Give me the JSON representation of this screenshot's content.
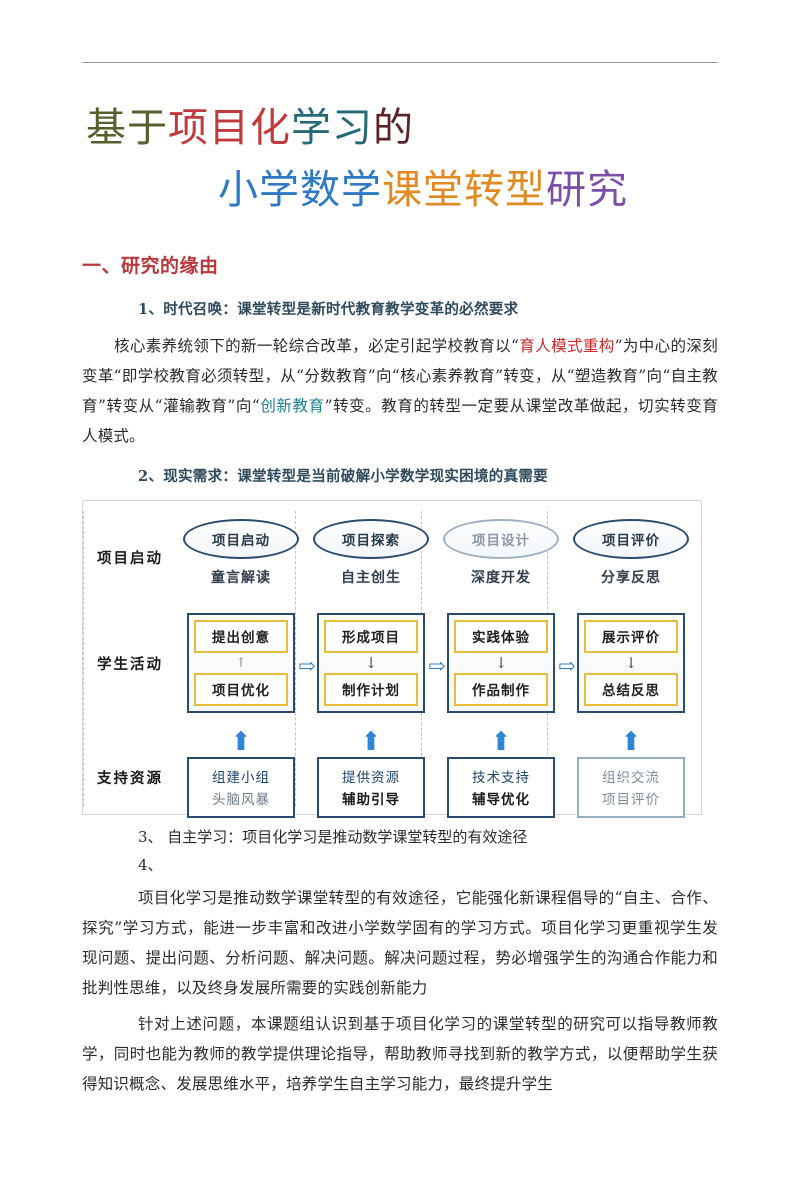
{
  "title": {
    "line1": [
      {
        "text": "基于",
        "color_class": "t-olive",
        "color": "#55602f"
      },
      {
        "text": "项目化",
        "color_class": "t-red",
        "color": "#c03a3c"
      },
      {
        "text": "学习",
        "color_class": "t-teal",
        "color": "#246a74"
      },
      {
        "text": "的",
        "color_class": "t-maroon",
        "color": "#5c2328"
      }
    ],
    "line2": [
      {
        "text": "小学数学",
        "color_class": "t-blue",
        "color": "#2e79c4"
      },
      {
        "text": "课堂转型",
        "color_class": "t-orange",
        "color": "#e08a21"
      },
      {
        "text": "研究",
        "color_class": "t-purple",
        "color": "#7b4fa8"
      }
    ]
  },
  "section": {
    "heading": "一、研究的缘由",
    "heading_color": "#b8383c"
  },
  "sub1": {
    "label": "1、时代召唤：课堂转型是新时代教育教学变革的必然要求"
  },
  "para1": {
    "seg1": "核心素养统领下的新一轮综合改革，必定引起学校教育以“",
    "hl1": "育人模式重构",
    "seg2": "”为中心的深刻变革“即学校教育必须转型，从“分数教育”向“核心素养教育”转变，从“塑造教育”向“自主教育”转变从“灌输教育”向“",
    "hl2": "创新教育",
    "seg3": "”转变。教育的转型一定要从课堂改革做起，切实转变育人模式。"
  },
  "sub2": {
    "label": "2、现实需求：课堂转型是当前破解小学数学现实困境的真需要"
  },
  "diagram": {
    "row_labels": {
      "row1": "项目启动",
      "row2": "学生活动",
      "row3": "支持资源"
    },
    "columns": [
      {
        "oval": "项目启动",
        "oval_faded": false,
        "subtitle": "童言解读",
        "activity_top": "提出创意",
        "activity_arrow": "↑",
        "activity_arrow_dir": "up",
        "activity_bottom": "项目优化",
        "support_line1": "组建小组",
        "support_line2": "头脑风暴",
        "support_line2_light": true,
        "support_faded": false
      },
      {
        "oval": "项目探索",
        "oval_faded": false,
        "subtitle": "自主创生",
        "activity_top": "形成项目",
        "activity_arrow": "↓",
        "activity_arrow_dir": "down",
        "activity_bottom": "制作计划",
        "support_line1": "提供资源",
        "support_line2": "辅助引导",
        "support_line2_light": false,
        "support_faded": false
      },
      {
        "oval": "项目设计",
        "oval_faded": true,
        "subtitle": "深度开发",
        "activity_top": "实践体验",
        "activity_arrow": "↓",
        "activity_arrow_dir": "down",
        "activity_bottom": "作品制作",
        "support_line1": "技术支持",
        "support_line2": "辅导优化",
        "support_line2_light": false,
        "support_faded": false
      },
      {
        "oval": "项目评价",
        "oval_faded": false,
        "subtitle": "分享反思",
        "activity_top": "展示评价",
        "activity_arrow": "↓",
        "activity_arrow_dir": "down",
        "activity_bottom": "总结反思",
        "support_line1": "组织交流",
        "support_line2": "项目评价",
        "support_line2_light": false,
        "support_faded": true
      }
    ],
    "flow_arrow": "⇨",
    "up_arrow": "⬆"
  },
  "sub3": {
    "label": "3、  自主学习：项目化学习是推动数学课堂转型的有效途径"
  },
  "sub4": {
    "label": "4、"
  },
  "para2": {
    "text": "项目化学习是推动数学课堂转型的有效途径，它能强化新课程倡导的“自主、合作、探究”学习方式，能进一步丰富和改进小学数学固有的学习方式。项目化学习更重视学生发现问题、提出问题、分析问题、解决问题。解决问题过程，势必增强学生的沟通合作能力和批判性思维，以及终身发展所需要的实践创新能力"
  },
  "para3": {
    "text": "针对上述问题，本课题组认识到基于项目化学习的课堂转型的研究可以指导教师教学，同时也能为教师的教学提供理论指导，帮助教师寻找到新的教学方式，以便帮助学生获得知识概念、发展思维水平，培养学生自主学习能力，最终提升学生"
  }
}
